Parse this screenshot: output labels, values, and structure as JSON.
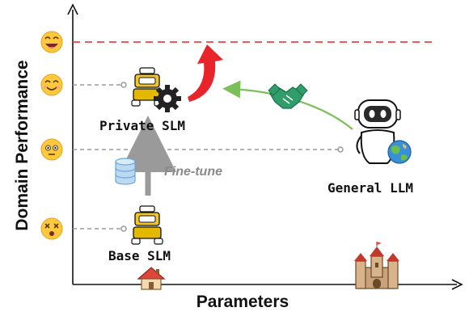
{
  "axes": {
    "ylabel": "Domain Performance",
    "xlabel": "Parameters"
  },
  "nodes": {
    "private_slm": "Private SLM",
    "base_slm": "Base SLM",
    "general_llm": "General LLM"
  },
  "edges": {
    "finetune": "Fine-tune"
  },
  "colors": {
    "target_line": "#e84545",
    "improve_arrow": "#e8242a",
    "transfer_arrow": "#7bbf5a",
    "finetune_arrow": "#9a9a9a",
    "robot": "#e5b800",
    "emoji": "#ffc83d"
  },
  "icons": [
    "emoji-excited-icon",
    "emoji-smile-icon",
    "emoji-neutral-icon",
    "emoji-dizzy-icon",
    "robot-icon",
    "gear-icon",
    "database-icon",
    "handshake-icon",
    "ai-robot-icon",
    "globe-icon",
    "house-icon",
    "castle-icon"
  ]
}
